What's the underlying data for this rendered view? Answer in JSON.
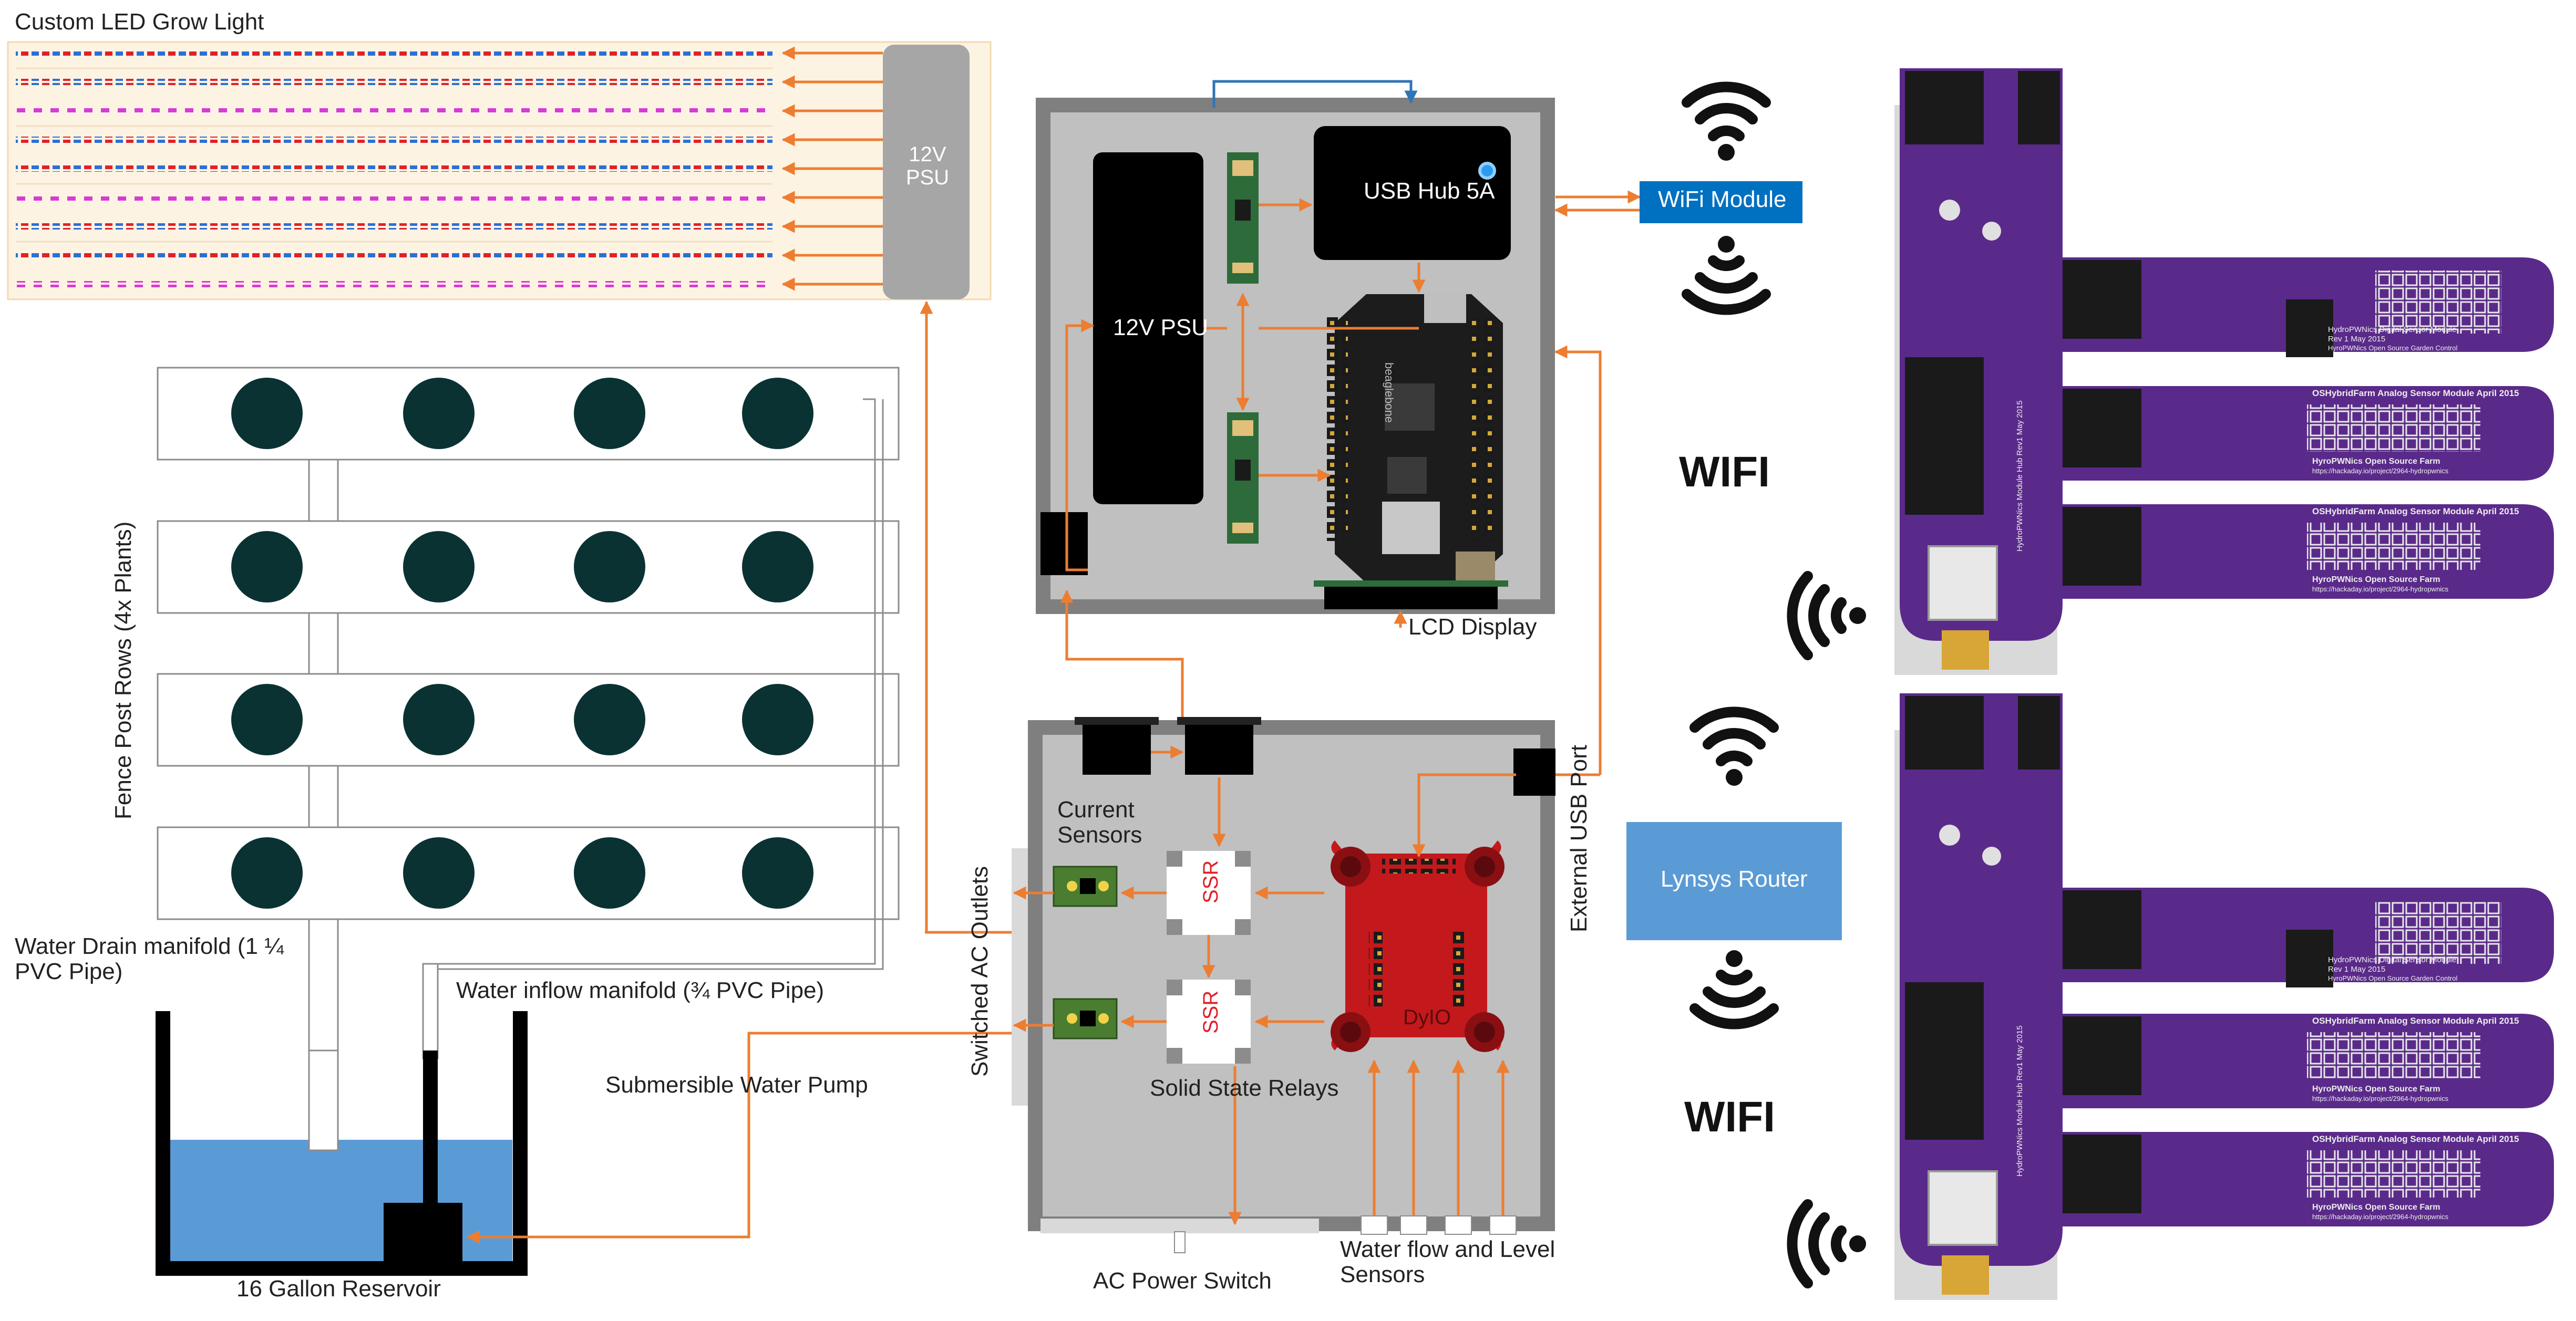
{
  "labels": {
    "grow_light": "Custom LED Grow Light",
    "psu_top": "12V\nPSU",
    "fence_rows": "Fence Post Rows (4x Plants)",
    "drain_manifold": "Water Drain manifold (1 ¼\nPVC Pipe)",
    "inflow_manifold": "Water inflow manifold (¾ PVC Pipe)",
    "pump": "Submersible Water Pump",
    "reservoir": "16 Gallon Reservoir",
    "usb_hub": "USB Hub 5A",
    "psu_box": "12V PSU",
    "beaglebone": "beaglebone",
    "lcd": "LCD Display",
    "wifi_module": "WiFi Module",
    "wifi_top": "WIFI",
    "wifi_bottom": "WIFI",
    "router": "Lynsys Router",
    "current_sensors": "Current\nSensors",
    "ssr": "SSR",
    "solid_state_relays": "Solid State Relays",
    "switched_outlets": "Switched AC Outlets",
    "external_usb": "External USB Port",
    "ac_power_switch": "AC Power Switch",
    "water_sensors": "Water flow and Level\nSensors",
    "dyio": "DyIO"
  },
  "pcb": {
    "digital_title": "HydroPWNics Digital Sensor Module",
    "digital_rev": "Rev 1 May 2015",
    "digital_sub": "HyroPWNics Open Source Garden Control",
    "analog_title": "OSHybridFarm Analog Sensor Module April 2015",
    "analog_sub": "HyroPWNics Open Source Farm",
    "analog_url": "https://hackaday.io/project/2964-hydropwnics",
    "hub_title": "HydroPWNics Module Hub Rev1 May 2015"
  },
  "colors": {
    "accent": "#ED7D31",
    "blue": "#2E75B6",
    "wifi_module": "#0070C0",
    "router": "#5B9BD5",
    "plant": "#0b3233",
    "water": "#5B9BD5",
    "pcb": "#5a2a8a",
    "dyio": "#c3191c"
  },
  "icons": [
    "wifi-icon",
    "led-indicator-icon"
  ]
}
